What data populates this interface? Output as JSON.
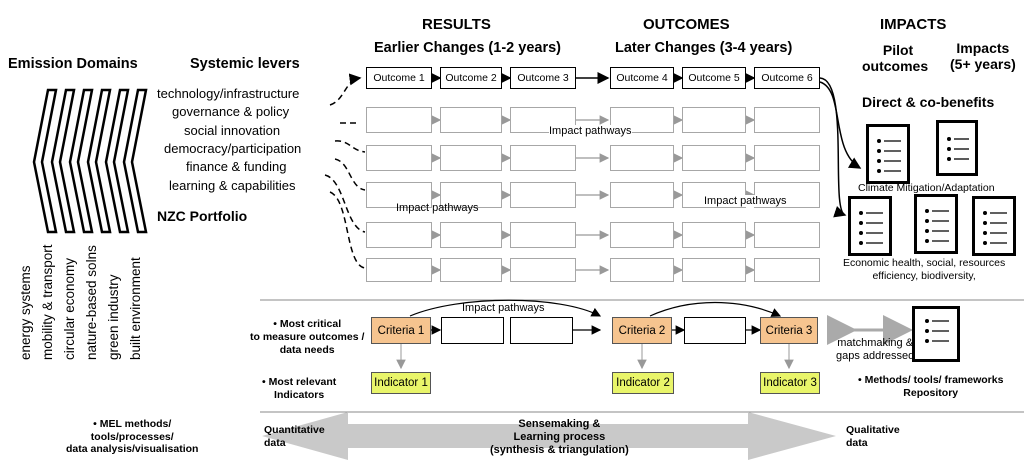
{
  "headers": {
    "results": "RESULTS",
    "earlier": "Earlier Changes (1-2 years)",
    "outcomes": "OUTCOMES",
    "later": "Later Changes (3-4 years)",
    "impacts": "IMPACTS",
    "pilot": [
      "Pilot",
      "outcomes"
    ],
    "impacts5": [
      "Impacts",
      "(5+ years)"
    ],
    "emission": "Emission Domains",
    "levers": "Systemic levers",
    "nzc": "NZC Portfolio",
    "direct": "Direct & co-benefits"
  },
  "domains": [
    "energy systems",
    "mobility & transport",
    "circular economy",
    "nature-based solns",
    "green industry",
    "built environment"
  ],
  "levers": [
    "technology/infrastructure",
    "governance & policy",
    "social innovation",
    "democracy/participation",
    "finance & funding",
    "learning & capabilities"
  ],
  "outcomes": [
    "Outcome 1",
    "Outcome 2",
    "Outcome 3",
    "Outcome 4",
    "Outcome 5",
    "Outcome 6"
  ],
  "pathways": {
    "p1": "Impact pathways",
    "p2": "Impact pathways",
    "p3": "Impact pathways",
    "p4": "Impact pathways"
  },
  "benefits": {
    "climate": "Climate Mitigation/Adaptation",
    "economic": [
      "Economic health, social, resources",
      "efficiency, biodiversity,"
    ]
  },
  "mel": {
    "critical": [
      "Most critical",
      "to measure outcomes /",
      "data needs"
    ],
    "relevant": [
      "Most relevant",
      "Indicators"
    ],
    "methods": [
      "MEL methods/",
      "tools/processes/",
      "data analysis/visualisation"
    ],
    "criteria": [
      "Criteria 1",
      "Criteria 2",
      "Criteria 3"
    ],
    "indicators": [
      "Indicator 1",
      "Indicator 2",
      "Indicator 3"
    ],
    "matchmaking": [
      "matchmaking &",
      "gaps addressed"
    ],
    "repository": [
      "Methods/ tools/ frameworks",
      "Repository"
    ],
    "quantitative": [
      "Quantitative",
      "data"
    ],
    "qualitative": [
      "Qualitative",
      "data"
    ],
    "sensemaking": [
      "Sensemaking &",
      "Learning process",
      "(synthesis & triangulation)"
    ]
  },
  "colors": {
    "criteria": "#f6c48f",
    "indicator": "#e9f56a",
    "arrow_band": "#c9c9c9"
  }
}
